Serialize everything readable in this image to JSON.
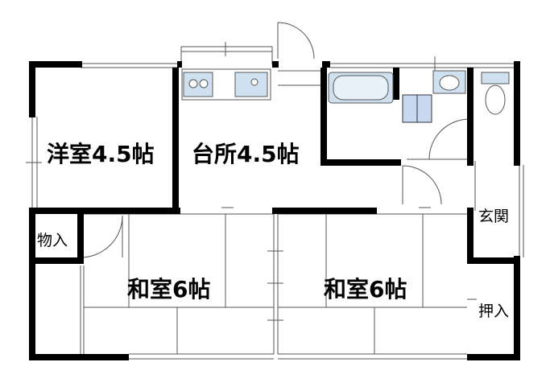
{
  "rooms": {
    "western_room": "洋室4.5帖",
    "kitchen": "台所4.5帖",
    "japanese_room_left": "和室6帖",
    "japanese_room_right": "和室6帖",
    "storage_left": "物入",
    "entrance": "玄関",
    "closet_right": "押入"
  },
  "fixtures": {
    "stove": "stove-icon",
    "sink": "sink-icon",
    "bathtub": "bathtub-icon",
    "washing_machine": "washing-machine-icon",
    "washbasin": "washbasin-icon",
    "toilet": "toilet-icon"
  },
  "colors": {
    "wall": "#000000",
    "line": "#555555",
    "fixture_fill": "#cfe0f0"
  }
}
